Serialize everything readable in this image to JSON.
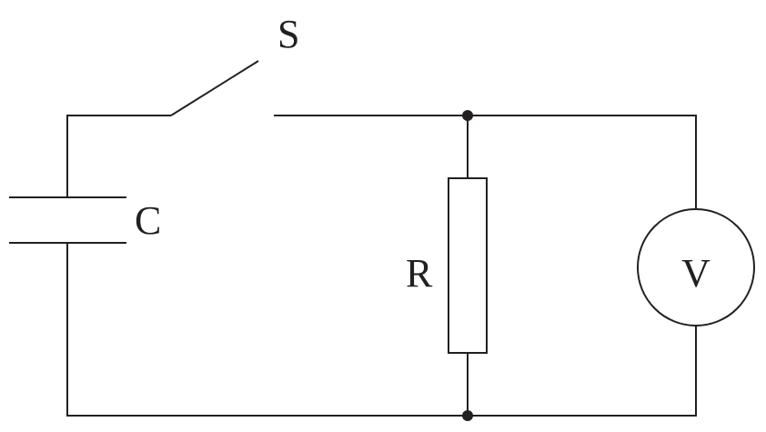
{
  "diagram": {
    "labels": {
      "switch": "S",
      "capacitor": "C",
      "resistor": "R",
      "voltmeter": "V"
    },
    "colors": {
      "ink": "#231f20",
      "background": "#ffffff"
    }
  }
}
